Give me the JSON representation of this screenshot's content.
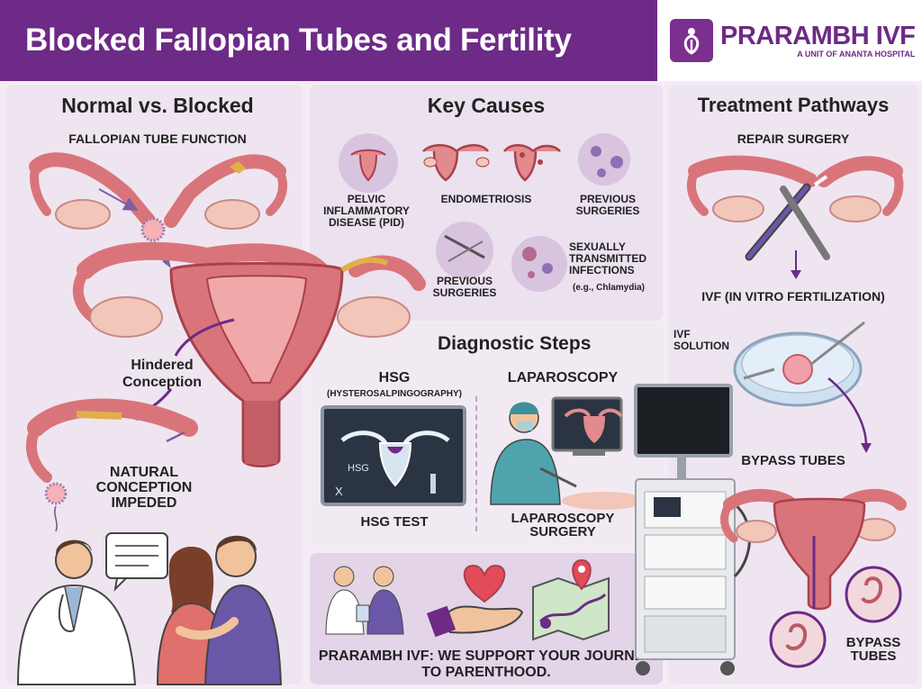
{
  "header": {
    "title": "Blocked Fallopian Tubes and Fertility"
  },
  "brand": {
    "name": "PRARAMBH IVF",
    "subtitle": "A UNIT OF ANANTA HOSPITAL"
  },
  "left": {
    "title": "Normal vs. Blocked",
    "subtitle": "FALLOPIAN TUBE FUNCTION",
    "hindered": "Hindered Conception",
    "impeded": "NATURAL CONCEPTION IMPEDED"
  },
  "causes": {
    "title": "Key Causes",
    "items": [
      "PELVIC INFLAMMATORY DISEASE (PID)",
      "ENDOMETRIOSIS",
      "PREVIOUS SURGERIES",
      "PREVIOUS SURGERIES",
      "SEXUALLY TRANSMITTED INFECTIONS"
    ],
    "sti_note": "(e.g., Chlamydia)"
  },
  "diagnostic": {
    "title": "Diagnostic Steps",
    "hsg": "HSG",
    "hsg_full": "(HYSTEROSALPINGOGRAPHY)",
    "hsg_screen_label": "HSG",
    "hsg_screen_x": "X",
    "hsg_test": "HSG TEST",
    "laparoscopy": "LAPAROSCOPY",
    "laparoscopy_surgery": "LAPAROSCOPY SURGERY"
  },
  "support": {
    "text": "PRARAMBH IVF: WE SUPPORT YOUR JOURNEY TO PARENTHOOD."
  },
  "treatment": {
    "title": "Treatment Pathways",
    "repair": "REPAIR SURGERY",
    "ivf": "IVF (IN VITRO FERTILIZATION)",
    "ivf_solution": "IVF SOLUTION",
    "bypass": "BYPASS TUBES",
    "bypass2": "BYPASS TUBES"
  },
  "colors": {
    "header_purple": "#6d2a86",
    "tissue_pink": "#d9757a",
    "tissue_dark": "#a8414c",
    "ovary": "#f2c6b8",
    "blockage": "#e0b04a",
    "icon_bg": "#d9c4e0"
  },
  "icons": [
    "uterus-icon",
    "virus-icon",
    "scalpel-icon",
    "heart-hand-icon",
    "map-icon",
    "monitor-icon",
    "tower-icon",
    "petri-dish-icon",
    "embryo-icon"
  ]
}
